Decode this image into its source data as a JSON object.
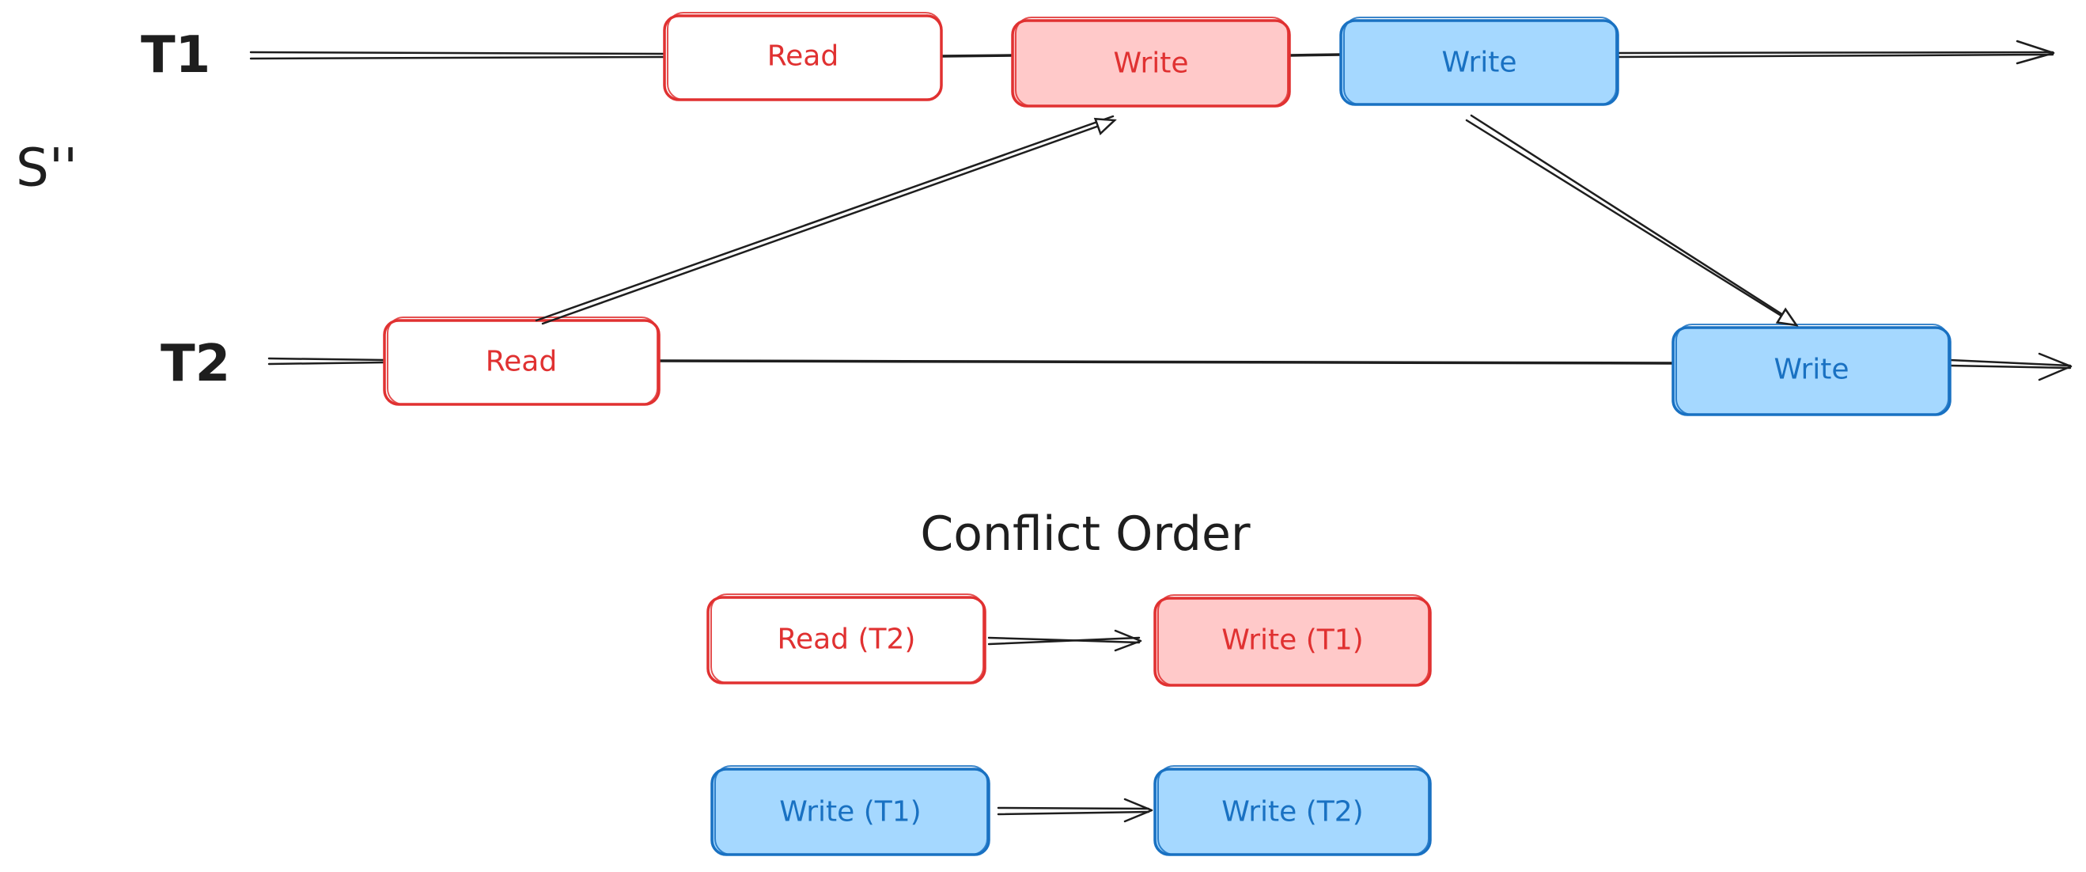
{
  "schedule_label": "S''",
  "timelines": {
    "t1_label": "T1",
    "t2_label": "T2"
  },
  "operations": {
    "t1_read": "Read",
    "t1_write_red": "Write",
    "t1_write_blue": "Write",
    "t2_read": "Read",
    "t2_write": "Write"
  },
  "conflict_order": {
    "title": "Conflict Order",
    "pair1_from": "Read (T2)",
    "pair1_to": "Write (T1)",
    "pair2_from": "Write (T1)",
    "pair2_to": "Write (T2)"
  },
  "colors": {
    "stroke": "#1e1e1e",
    "red": "#e03131",
    "red_fill": "#ffc9c9",
    "blue": "#1971c2",
    "blue_fill": "#a5d8ff"
  }
}
